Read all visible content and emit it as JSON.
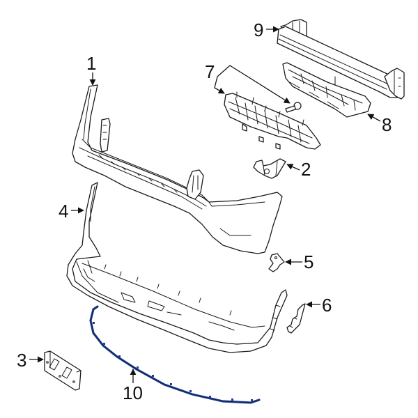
{
  "diagram": {
    "type": "exploded-parts-diagram",
    "subject": "Front bumper assembly",
    "highlight_color": "#1f3f8f",
    "line_color": "#1a1a1a",
    "background": "#ffffff",
    "highlighted_part": "10",
    "callouts": [
      {
        "id": "1",
        "label": "1",
        "part": "Upper bumper cover"
      },
      {
        "id": "2",
        "label": "2",
        "part": "Bracket"
      },
      {
        "id": "3",
        "label": "3",
        "part": "License plate bracket"
      },
      {
        "id": "4",
        "label": "4",
        "part": "Lower bumper cover"
      },
      {
        "id": "5",
        "label": "5",
        "part": "Clip / bracket"
      },
      {
        "id": "6",
        "label": "6",
        "part": "Side bracket"
      },
      {
        "id": "7",
        "label": "7",
        "part": "Grille"
      },
      {
        "id": "8",
        "label": "8",
        "part": "Energy absorber"
      },
      {
        "id": "9",
        "label": "9",
        "part": "Reinforcement beam"
      },
      {
        "id": "10",
        "label": "10",
        "part": "Lower molding (highlighted)"
      }
    ]
  }
}
